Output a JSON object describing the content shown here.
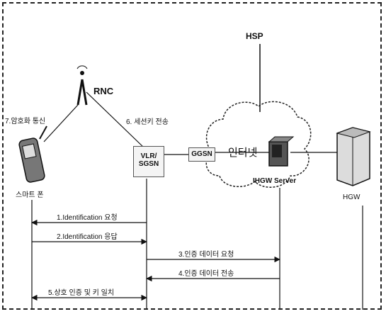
{
  "entities": {
    "hsp": "HSP",
    "rnc": "RNC",
    "smartphone": "스마트 폰",
    "vlr_sgsn": [
      "VLR/",
      "SGSN"
    ],
    "ggsn": "GGSN",
    "internet": "인터넷",
    "ihgw_server": "IHGW Server",
    "hgw": "HGW"
  },
  "links": {
    "comm": "7.암호화 통신",
    "session_key": "6. 세션키 전송"
  },
  "messages": [
    "1.Identification 요청",
    "2.Identification 응답",
    "3.인증 데이터 요청",
    "4.인증 데이터 전송",
    "5.상호 인증 및 키 일치"
  ]
}
